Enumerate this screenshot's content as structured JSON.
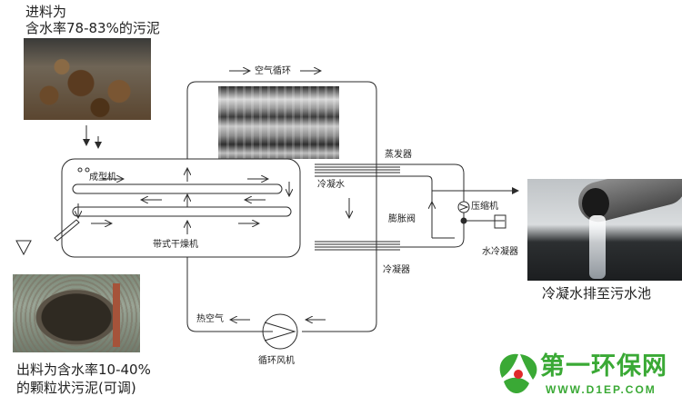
{
  "captions": {
    "feed_line1": "进料为",
    "feed_line2": "含水率78-83%的污泥",
    "output_line1": "出料为含水率10-40%",
    "output_line2": "的颗粒状污泥(可调)",
    "discharge": "冷凝水排至污水池"
  },
  "labels": {
    "air_circulation": "空气循环",
    "forming_machine": "成型机",
    "belt_dryer": "带式干燥机",
    "evaporator": "蒸发器",
    "condensate_water": "冷凝水",
    "expansion_valve": "膨胀阀",
    "compressor": "压缩机",
    "water_condenser": "水冷凝器",
    "condenser": "冷凝器",
    "hot_air": "热空气",
    "circulation_fan": "循环风机"
  },
  "watermark": {
    "brand": "第一环保网",
    "url": "WWW.D1EP.COM"
  },
  "colors": {
    "line": "#2b2b2b",
    "logo_green": "#3aa935",
    "logo_red": "#e02a2a"
  }
}
